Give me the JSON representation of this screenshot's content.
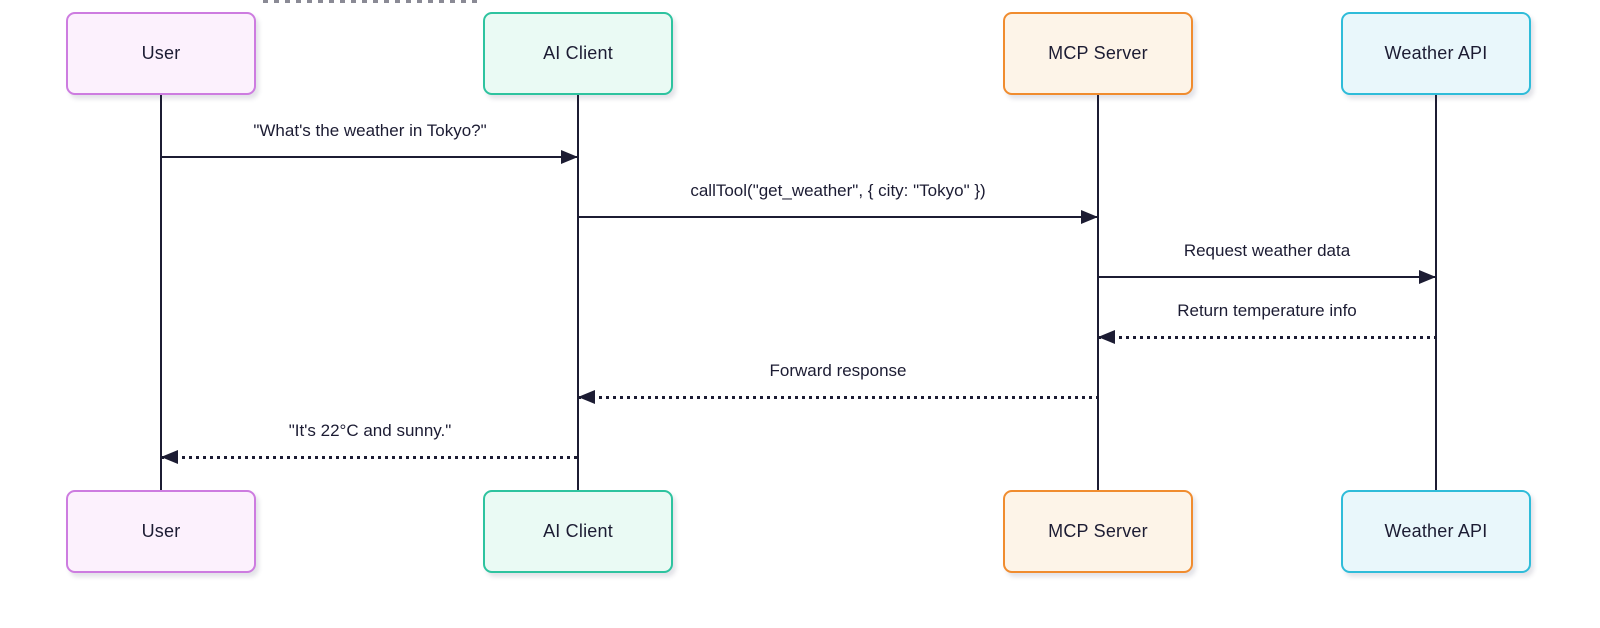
{
  "diagram": {
    "type": "sequence-diagram",
    "background": "#ffffff",
    "line_color": "#1c1c33",
    "text_color": "#1c1c33",
    "participants": [
      {
        "id": "user",
        "label": "User",
        "fill": "#fcf1fd",
        "border": "#cd7ce0"
      },
      {
        "id": "ai-client",
        "label": "AI Client",
        "fill": "#eafaf4",
        "border": "#2ec39f"
      },
      {
        "id": "mcp-server",
        "label": "MCP Server",
        "fill": "#fdf4e8",
        "border": "#f08c2f"
      },
      {
        "id": "weather-api",
        "label": "Weather API",
        "fill": "#e9f7fb",
        "border": "#2fbcd9"
      }
    ],
    "messages": [
      {
        "from": "User",
        "to": "AI Client",
        "text": "\"What's the weather in Tokyo?\"",
        "line": "solid",
        "direction": "right"
      },
      {
        "from": "AI Client",
        "to": "MCP Server",
        "text": "callTool(\"get_weather\", { city: \"Tokyo\" })",
        "line": "solid",
        "direction": "right"
      },
      {
        "from": "MCP Server",
        "to": "Weather API",
        "text": "Request weather data",
        "line": "solid",
        "direction": "right"
      },
      {
        "from": "Weather API",
        "to": "MCP Server",
        "text": "Return temperature info",
        "line": "dotted",
        "direction": "left"
      },
      {
        "from": "MCP Server",
        "to": "AI Client",
        "text": "Forward response",
        "line": "dotted",
        "direction": "left"
      },
      {
        "from": "AI Client",
        "to": "User",
        "text": "\"It's 22°C and sunny.\"",
        "line": "dotted",
        "direction": "left"
      }
    ]
  }
}
